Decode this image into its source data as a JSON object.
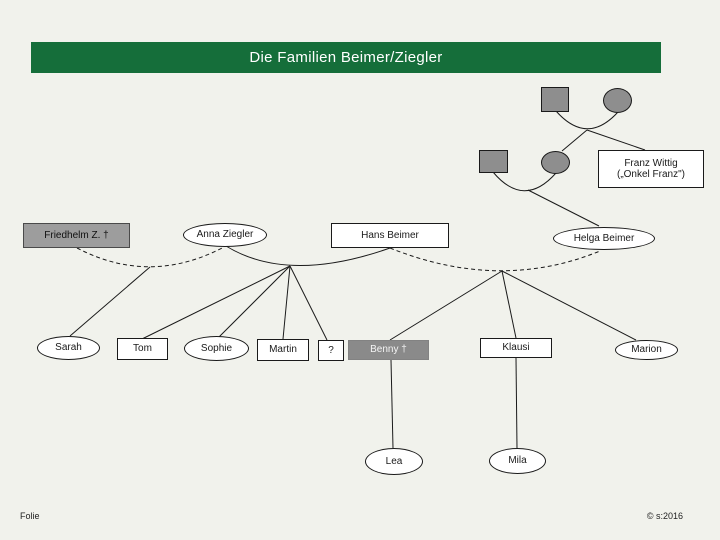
{
  "slide": {
    "title": "Die Familien Beimer/Ziegler",
    "footer_left": "Folie",
    "footer_right": "© s:2016"
  },
  "nodes": {
    "franz_line1": "Franz Wittig",
    "franz_line2": "(„Onkel Franz\")",
    "friedhelm": "Friedhelm Z. †",
    "anna": "Anna Ziegler",
    "hans": "Hans Beimer",
    "helga": "Helga Beimer",
    "sarah": "Sarah",
    "tom": "Tom",
    "sophie": "Sophie",
    "martin": "Martin",
    "unknown": "?",
    "benny": "Benny †",
    "klausi": "Klausi",
    "marion": "Marion",
    "lea": "Lea",
    "mila": "Mila"
  },
  "colors": {
    "title_bar_green": "#156e3a",
    "background": "#f1f2ec",
    "symbol_gray": "#8e8e8e",
    "deceased_box_gray": "#9d9d9d",
    "line_black": "#1a1a1a"
  }
}
